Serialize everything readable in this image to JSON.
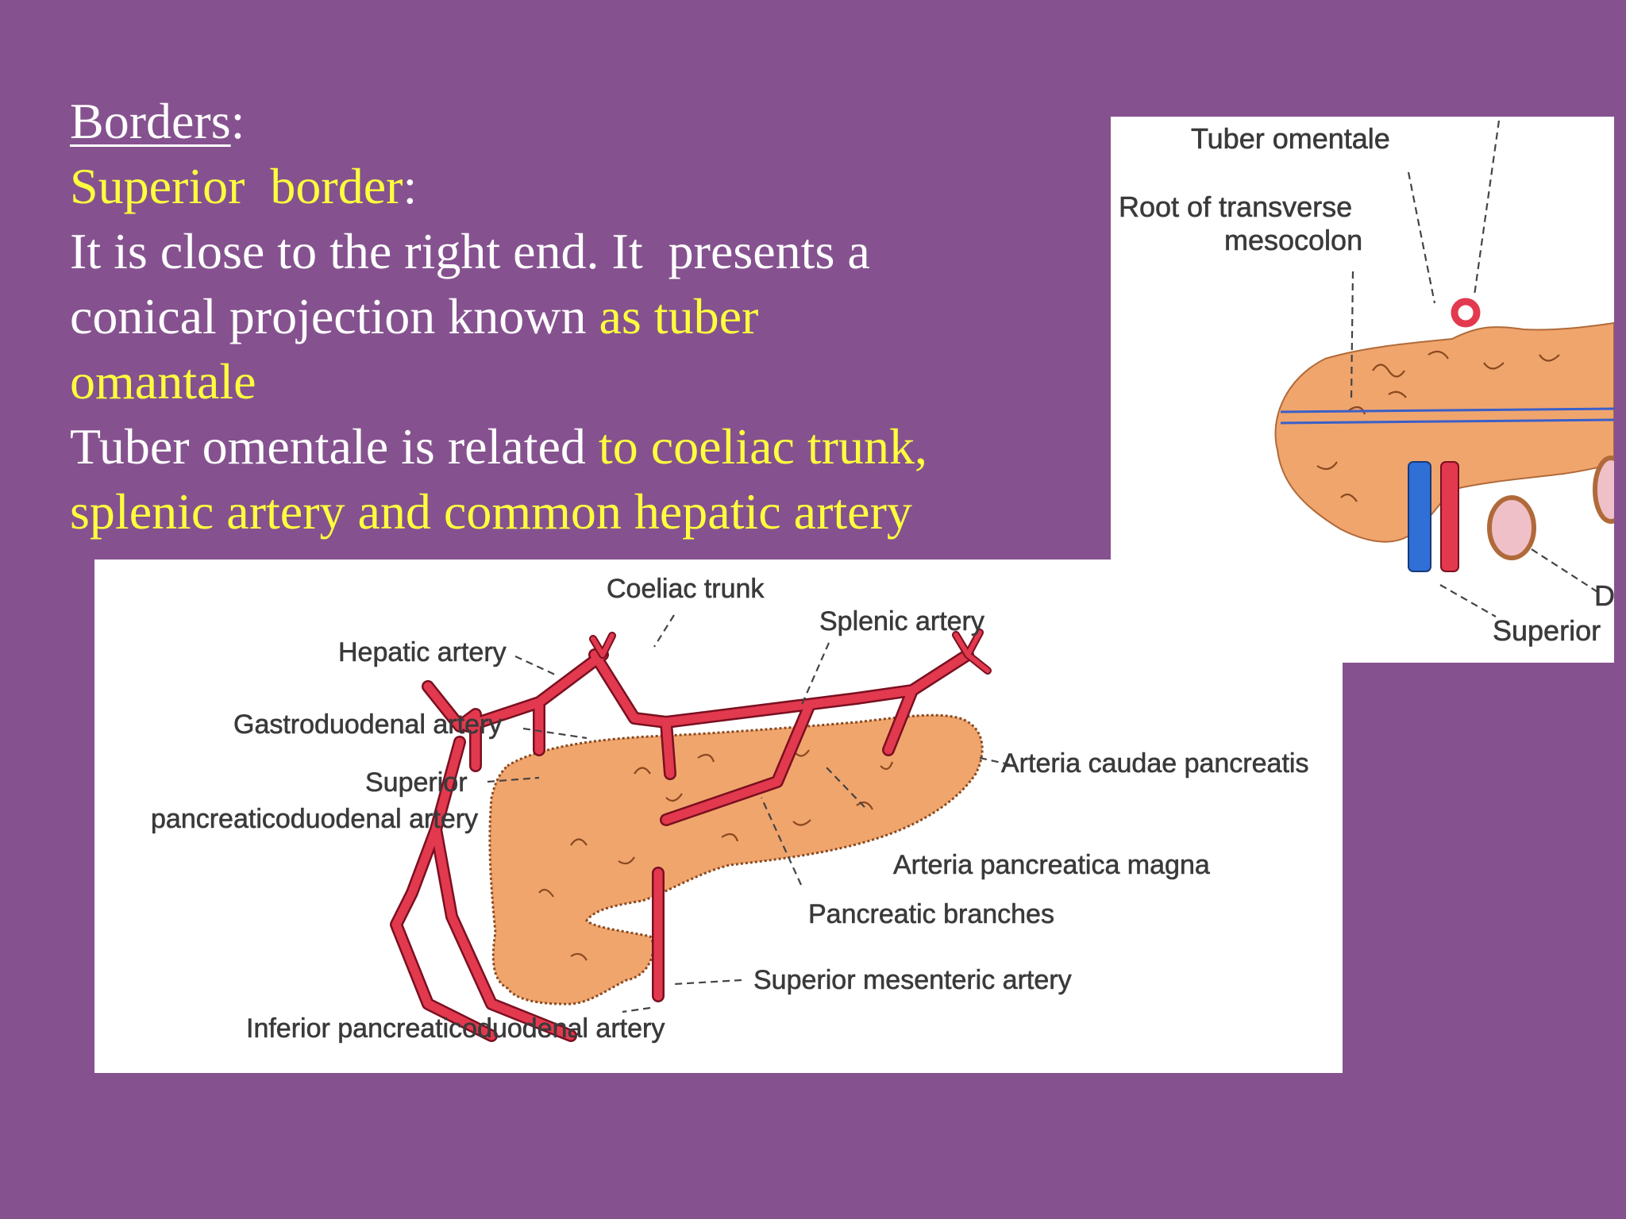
{
  "slide": {
    "borders_heading": "Borders",
    "borders_colon": ":",
    "superior_heading": "Superior  border",
    "superior_colon": ":",
    "p1_line1": "It is close to the right end. It  presents a",
    "p1_line2_white": "conical projection known ",
    "p1_line2_yellow": "as tuber",
    "p1_line3_yellow": "omantale",
    "p2_line1_white": "Tuber omentale is related ",
    "p2_line1_yellow": "to coeliac trunk,",
    "p2_line2_yellow": "splenic artery and common hepatic artery"
  },
  "figure_right": {
    "labels": {
      "tuber_omentale": "Tuber omentale",
      "root_line1": "Root of transverse",
      "root_line2": "mesocolon",
      "cut_d": "D",
      "cut_superior": "Superior"
    }
  },
  "figure_bottom": {
    "labels": {
      "coeliac_trunk": "Coeliac trunk",
      "splenic_artery": "Splenic artery",
      "hepatic_artery": "Hepatic artery",
      "gastroduodenal_artery": "Gastroduodenal artery",
      "superior_pd_line1": "Superior",
      "superior_pd_line2": "pancreaticoduodenal artery",
      "arteria_caudae": "Arteria caudae pancreatis",
      "arteria_magna": "Arteria pancreatica magna",
      "pancreatic_branches": "Pancreatic branches",
      "superior_mesenteric": "Superior mesenteric artery",
      "inferior_pd": "Inferior pancreaticoduodenal artery"
    }
  },
  "colors": {
    "background": "#85528f",
    "highlight_text": "#ffff3d",
    "body_text": "#ffffff",
    "pancreas": "#f0a56d",
    "artery": "#e2394f",
    "vein": "#2f6fd6"
  }
}
